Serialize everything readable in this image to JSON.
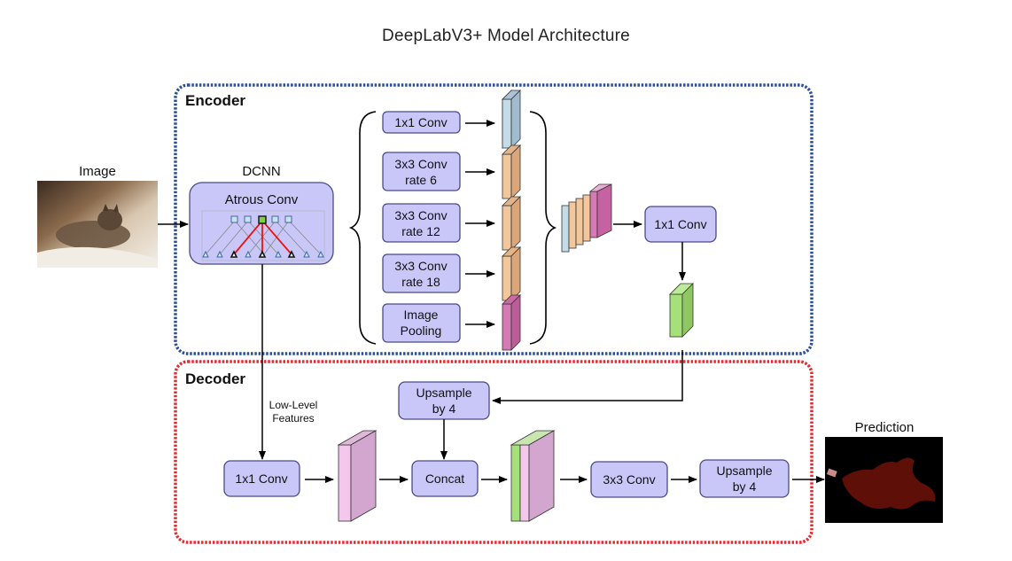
{
  "title": "DeepLabV3+ Model Architecture",
  "sections": {
    "encoder_label": "Encoder",
    "decoder_label": "Decoder"
  },
  "inputs": {
    "image_label": "Image",
    "prediction_label": "Prediction"
  },
  "dcnn": {
    "title": "DCNN",
    "atrous_label": "Atrous Conv"
  },
  "aspp": {
    "branches": [
      {
        "line1": "1x1 Conv",
        "line2": ""
      },
      {
        "line1": "3x3 Conv",
        "line2": "rate 6"
      },
      {
        "line1": "3x3 Conv",
        "line2": "rate 12"
      },
      {
        "line1": "3x3 Conv",
        "line2": "rate 18"
      },
      {
        "line1": "Image",
        "line2": "Pooling"
      }
    ]
  },
  "encoder_out": {
    "conv_label": "1x1 Conv"
  },
  "decoder": {
    "low_level_line1": "Low-Level",
    "low_level_line2": "Features",
    "lowlevel_conv": "1x1 Conv",
    "upsample_top_line1": "Upsample",
    "upsample_top_line2": "by 4",
    "concat": "Concat",
    "conv3x3": "3x3 Conv",
    "upsample_out_line1": "Upsample",
    "upsample_out_line2": "by 4"
  },
  "colors": {
    "encoder_border": "#2a4d9c",
    "decoder_border": "#e8282c",
    "section_label": "#5b5bd6",
    "box_fill": "#c9c7f7",
    "feat_blue": "#c4dbe8",
    "feat_orange": "#f2c79c",
    "feat_pink": "#d67ab5",
    "feat_green": "#a6e07a",
    "feat_lightpink": "#f4c8ec",
    "feat_mauve": "#d3a6cf"
  }
}
